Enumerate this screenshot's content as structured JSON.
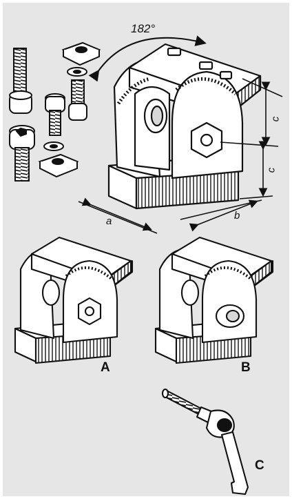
{
  "labels": {
    "angle": "182°",
    "dim_a": "a",
    "dim_b": "b",
    "dim_c_top": "c",
    "dim_c_bottom": "c",
    "variant_a": "A",
    "variant_b": "B",
    "variant_c": "C"
  },
  "colors": {
    "background": "#e6e6e6",
    "outline": "#111111",
    "fill": "#ffffff"
  }
}
